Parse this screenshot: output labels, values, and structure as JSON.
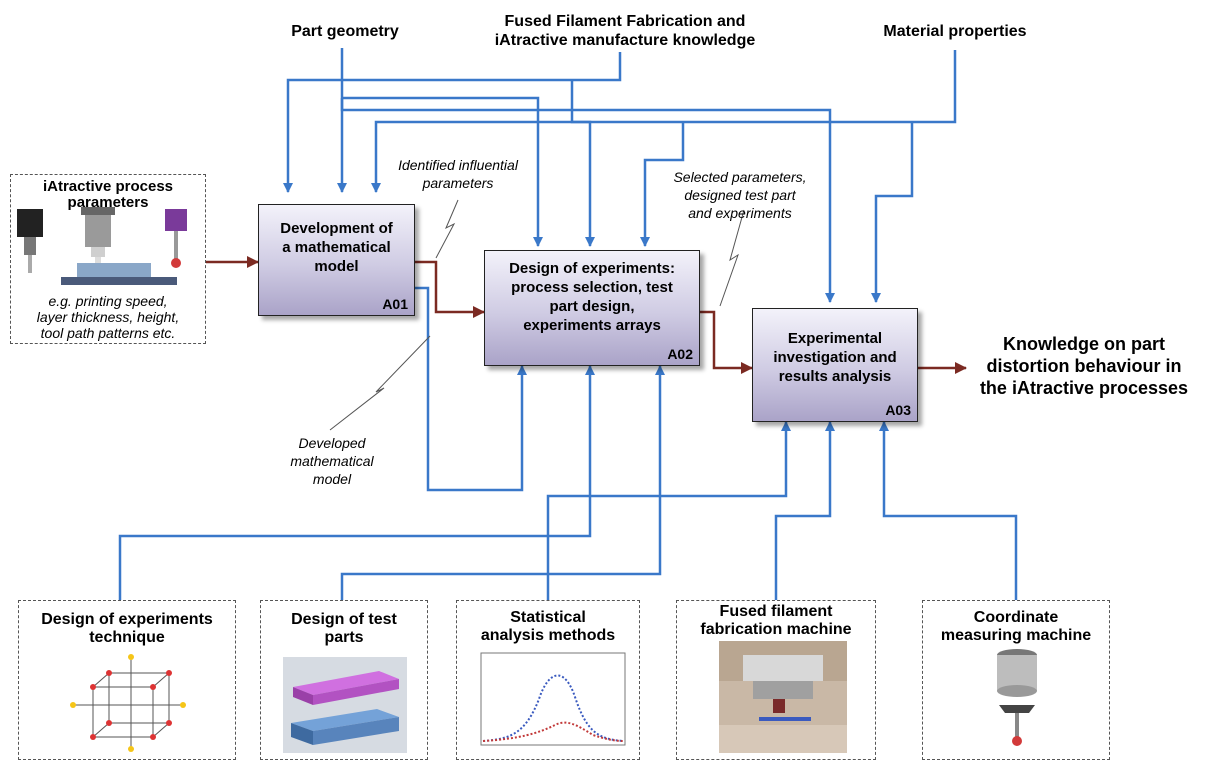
{
  "controls": {
    "part_geometry": "Part geometry",
    "fff_knowledge_line1": "Fused Filament Fabrication and",
    "fff_knowledge_line2": "iAtractive manufacture knowledge",
    "material_properties": "Material properties"
  },
  "input": {
    "title_line1": "iAtractive process",
    "title_line2": "parameters",
    "desc_line1": "e.g. printing speed,",
    "desc_line2": "layer thickness, height,",
    "desc_line3": "tool path patterns etc."
  },
  "activities": [
    {
      "line1": "Development of",
      "line2": "a mathematical",
      "line3": "model",
      "code": "A01"
    },
    {
      "line1": "Design of experiments:",
      "line2": "process selection, test",
      "line3": "part design,",
      "line4": "experiments arrays",
      "code": "A02"
    },
    {
      "line1": "Experimental",
      "line2": "investigation and",
      "line3": "results analysis",
      "code": "A03"
    }
  ],
  "annotations": {
    "identified_line1": "Identified influential",
    "identified_line2": "parameters",
    "selected_line1": "Selected parameters,",
    "selected_line2": "designed test part",
    "selected_line3": "and experiments",
    "developed_line1": "Developed",
    "developed_line2": "mathematical",
    "developed_line3": "model"
  },
  "output": {
    "line1": "Knowledge on part",
    "line2": "distortion behaviour in",
    "line3": "the iAtractive processes"
  },
  "mechanisms": [
    {
      "line1": "Design of experiments",
      "line2": "technique"
    },
    {
      "line1": "Design of test",
      "line2": "parts"
    },
    {
      "line1": "Statistical",
      "line2": "analysis methods"
    },
    {
      "line1": "Fused filament",
      "line2": "fabrication machine"
    },
    {
      "line1": "Coordinate",
      "line2": "measuring machine"
    }
  ],
  "colors": {
    "control_arrow": "#3a78c9",
    "flow_arrow": "#7b2a22"
  }
}
